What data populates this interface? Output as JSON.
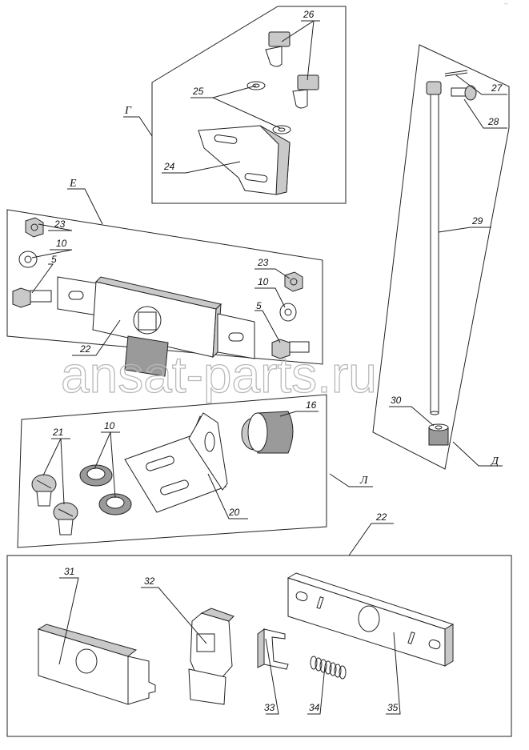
{
  "watermark": "ansat-parts.ru",
  "corner_mark": "ᵔᵔ",
  "groups": {
    "g": "Г",
    "e": "Е",
    "d": "Д",
    "l": "Л",
    "sub22": "22"
  },
  "callouts": {
    "c26": "26",
    "c25": "25",
    "c24": "24",
    "c23a": "23",
    "c10a": "10",
    "c5a": "5",
    "c22": "22",
    "c23b": "23",
    "c10b": "10",
    "c5b": "5",
    "c27": "27",
    "c28": "28",
    "c29": "29",
    "c30": "30",
    "c21": "21",
    "c10c": "10",
    "c16": "16",
    "c20": "20",
    "c31": "31",
    "c32": "32",
    "c33": "33",
    "c34": "34",
    "c35": "35"
  }
}
